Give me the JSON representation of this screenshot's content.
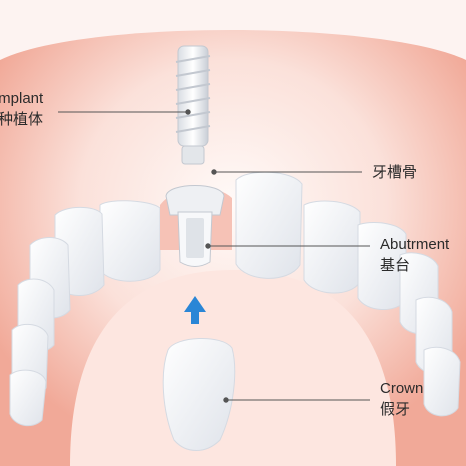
{
  "labels": {
    "implant": {
      "en": "Implant",
      "cn": "种植体"
    },
    "bone": {
      "cn": "牙槽骨"
    },
    "abutment": {
      "en": "Abutrment",
      "cn": "基台"
    },
    "crown": {
      "en": "Crown",
      "cn": "假牙"
    }
  },
  "icons": [
    "implant-screw",
    "abutment-post",
    "crown-tooth",
    "arrow-up-icon"
  ],
  "colors": {
    "gum": "#f2b2a6",
    "gum_light": "#fde9e4",
    "tooth": "#f4f5f7",
    "arrow": "#2a86d6",
    "leader": "#555555"
  }
}
